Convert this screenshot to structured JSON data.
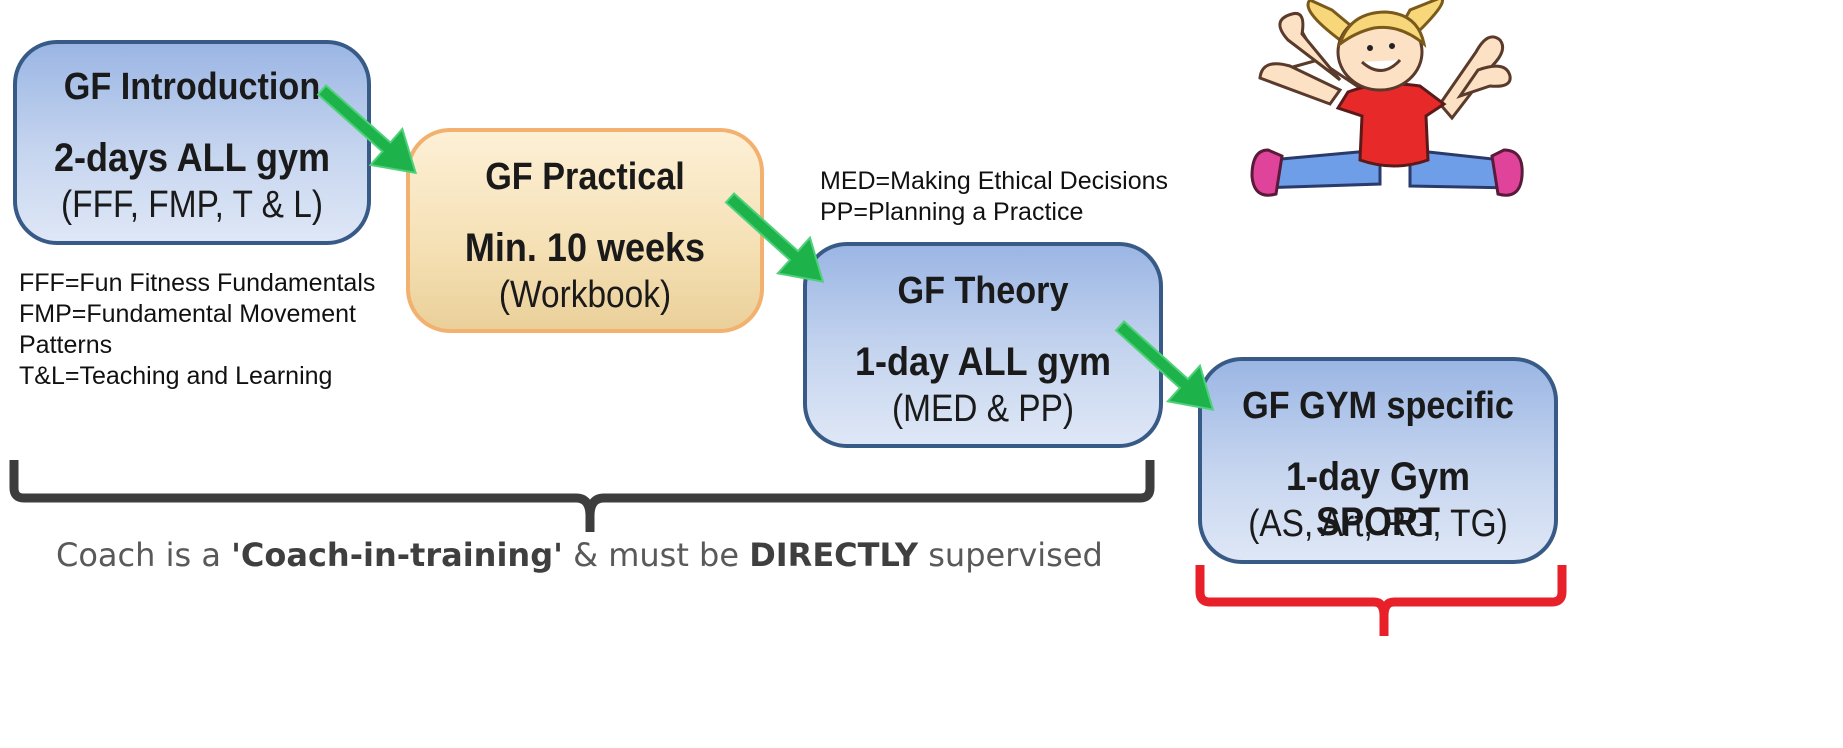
{
  "boxes": {
    "introduction": {
      "title": "GF Introduction",
      "line2": "2-days ALL gym",
      "line3": "(FFF, FMP, T & L)"
    },
    "practical": {
      "title": "GF Practical",
      "line2": "Min. 10 weeks",
      "line3": "(Workbook)"
    },
    "theory": {
      "title": "GF Theory",
      "line2": "1-day ALL gym",
      "line3": "(MED & PP)"
    },
    "gym_specific": {
      "title": "GF GYM specific",
      "line2": "1-day Gym SPORT",
      "line3": "(AS, Art, RG, TG)"
    }
  },
  "notes": {
    "intro_abbrev": [
      "FFF=Fun Fitness Fundamentals",
      "FMP=Fundamental Movement",
      "Patterns",
      "T&L=Teaching and Learning"
    ],
    "theory_abbrev": [
      "MED=Making Ethical Decisions",
      "PP=Planning a Practice"
    ]
  },
  "caption": {
    "part1": "Coach is a ",
    "bold1": "'Coach-in-training'",
    "part2": " & must be ",
    "bold2": "DIRECTLY",
    "part3": " supervised"
  },
  "colors": {
    "arrow": "#1db34a",
    "brace_black": "#3d3d3d",
    "brace_red": "#e8202a",
    "box_blue_border": "#385a86",
    "box_tan_border": "#f2b16e"
  },
  "icons": {
    "illustration": "jumping-girl-clipart"
  }
}
